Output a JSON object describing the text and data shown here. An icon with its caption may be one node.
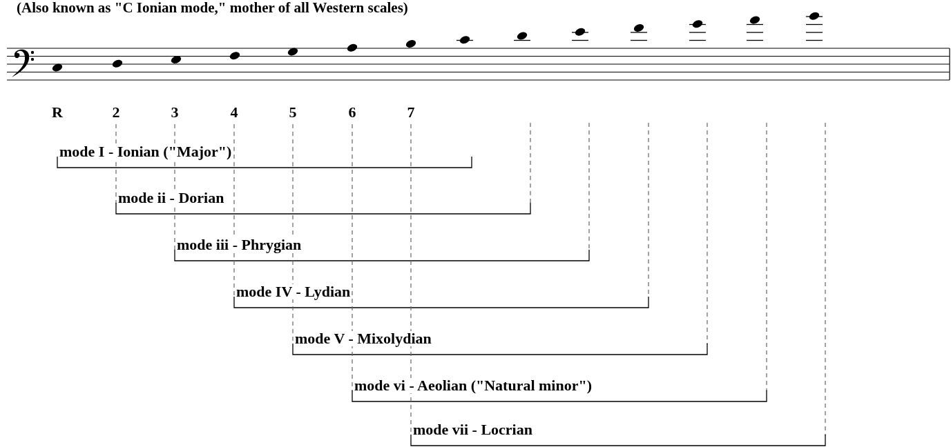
{
  "diagram": {
    "title": "(Also known as \"C Ionian mode,\" mother of all Western scales)",
    "labels": [
      "R",
      "2",
      "3",
      "4",
      "5",
      "6",
      "7",
      "mode I - Ionian (\"Major\")",
      "mode ii - Dorian",
      "mode iii - Phrygian",
      "mode IV - Lydian",
      "mode V - Mixolydian",
      "mode vi - Aeolian (\"Natural minor\")",
      "mode vii - Locrian"
    ]
  }
}
